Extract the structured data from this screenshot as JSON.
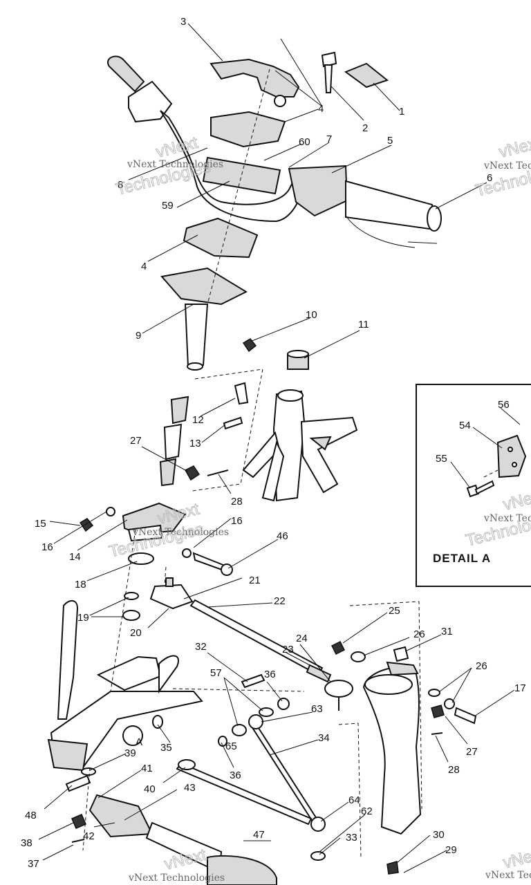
{
  "watermark": {
    "line1": "vNext Technologies",
    "line2": "vNext",
    "line3": "Technologies"
  },
  "detail_box": {
    "title": "DETAIL A"
  },
  "callouts": {
    "c1": "1",
    "c2": "2",
    "c3": "3",
    "c4a": "4",
    "c4b": "4",
    "c5": "5",
    "c6": "6",
    "c7": "7",
    "c8": "8",
    "c9": "9",
    "c10": "10",
    "c11": "11",
    "c12": "12",
    "c13": "13",
    "c14": "14",
    "c15": "15",
    "c16a": "16",
    "c16b": "16",
    "c17": "17",
    "c18": "18",
    "c19": "19",
    "c20": "20",
    "c21": "21",
    "c22": "22",
    "c23": "23",
    "c24": "24",
    "c25": "25",
    "c26a": "26",
    "c26b": "26",
    "c27a": "27",
    "c27b": "27",
    "c28a": "28",
    "c28b": "28",
    "c29": "29",
    "c30": "30",
    "c31": "31",
    "c32": "32",
    "c33": "33",
    "c34": "34",
    "c35": "35",
    "c36a": "36",
    "c36b": "36",
    "c37": "37",
    "c38": "38",
    "c39": "39",
    "c40": "40",
    "c41": "41",
    "c42": "42",
    "c43": "43",
    "c46": "46",
    "c47": "47",
    "c48": "48",
    "c54": "54",
    "c55": "55",
    "c56": "56",
    "c57": "57",
    "c59": "59",
    "c60": "60",
    "c62": "62",
    "c63": "63",
    "c64": "64",
    "c65": "65",
    "cA": "A"
  }
}
